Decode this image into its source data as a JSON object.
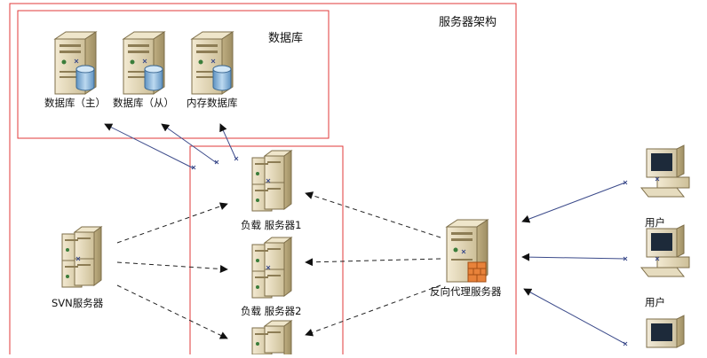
{
  "diagram": {
    "title": "服务器架构",
    "db_group_title": "数据库",
    "nodes": {
      "db_master": "数据库（主）",
      "db_slave": "数据库（从）",
      "db_memory": "内存数据库",
      "svn": "SVN服务器",
      "lb1": "负载 服务器1",
      "lb2": "负载 服务器2",
      "proxy": "反向代理服务器",
      "user1": "用户",
      "user2": "用户"
    },
    "colors": {
      "frame": "#e23a3a",
      "server_body": "#e9dfc3",
      "db_cylinder": "#7fb0d8",
      "link": "#3b4a8a"
    }
  }
}
